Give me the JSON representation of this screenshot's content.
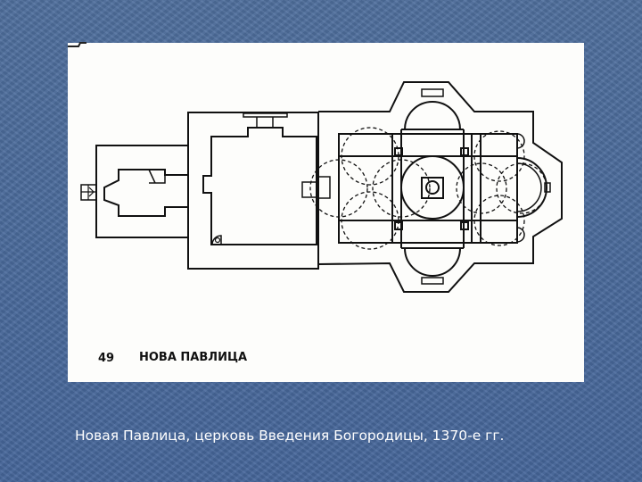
{
  "figure": {
    "number": "49",
    "label": "НОВА ПАВЛИЦА"
  },
  "caption": "Новая Павлица, церковь Введения Богородицы, 1370-е гг."
}
